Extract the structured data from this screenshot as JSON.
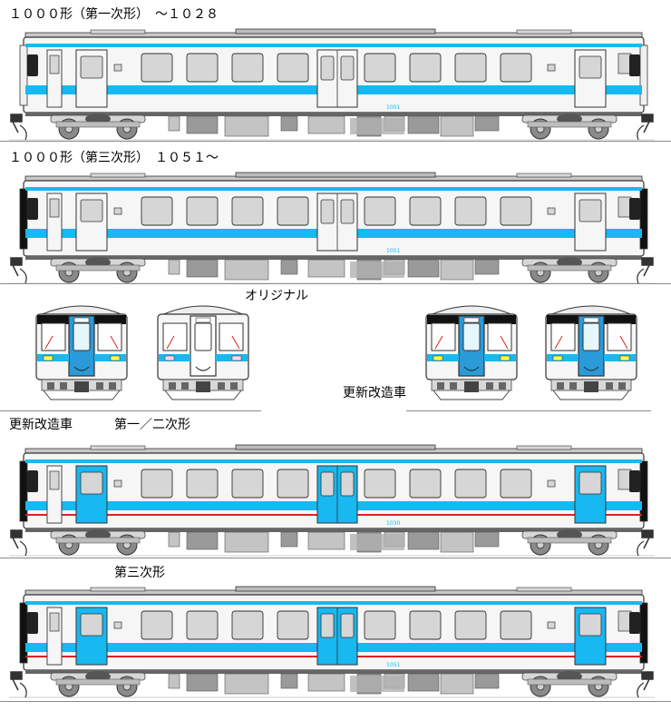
{
  "labels": {
    "first_series": "１０００形（第一次形）　～１０２８",
    "third_series": "１０００形（第三次形）　１０５１～",
    "original": "オリジナル",
    "renewed_right": "更新改造車",
    "renewed_left": "更新改造車",
    "series_1_2": "第一／二次形",
    "series_3": "第三次形"
  },
  "car_numbers": [
    "1001",
    "1051",
    "1030",
    "1051"
  ],
  "colors": {
    "blue": "#18b8f0",
    "cab_blue": "#2a9ad8",
    "red_stripe": "#e02020",
    "body": "#f6f6f6",
    "outline": "#333333",
    "window": "#d6d6d6",
    "roof": "#c8c8c8"
  }
}
